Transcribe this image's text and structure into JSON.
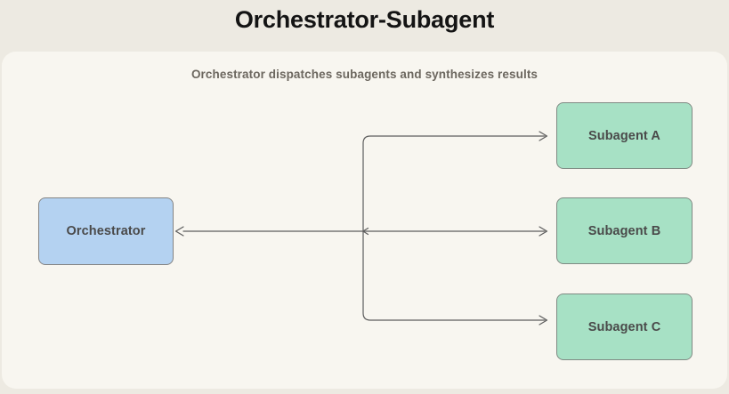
{
  "header": {
    "title": "Orchestrator-Subagent",
    "subtitle": "Orchestrator dispatches subagents and synthesizes results"
  },
  "diagram": {
    "type": "flowchart",
    "nodes": {
      "orchestrator": {
        "label": "Orchestrator",
        "fill": "#B4D2F1",
        "border": "#848484"
      },
      "subagent_a": {
        "label": "Subagent A",
        "fill": "#A7E1C5",
        "border": "#7F8A83"
      },
      "subagent_b": {
        "label": "Subagent B",
        "fill": "#A7E1C5",
        "border": "#7F8A83"
      },
      "subagent_c": {
        "label": "Subagent C",
        "fill": "#A7E1C5",
        "border": "#7F8A83"
      }
    },
    "edges": [
      {
        "from": "Orchestrator",
        "to": "Subagent A",
        "arrowhead_at": "Subagent A"
      },
      {
        "from": "Orchestrator",
        "to": "Subagent B",
        "arrowhead_at": "Subagent B"
      },
      {
        "from": "Orchestrator",
        "to": "Subagent C",
        "arrowhead_at": "Subagent C"
      },
      {
        "from": "Subagents",
        "to": "Orchestrator",
        "arrowhead_at": "Orchestrator"
      }
    ],
    "line_color": "#5D5D5D"
  },
  "colors": {
    "page_background": "#EDEAE2",
    "card_background": "#F8F6F0",
    "title_text": "#141414",
    "subtitle_text": "#6C675F",
    "node_text": "#4A4A4A"
  }
}
